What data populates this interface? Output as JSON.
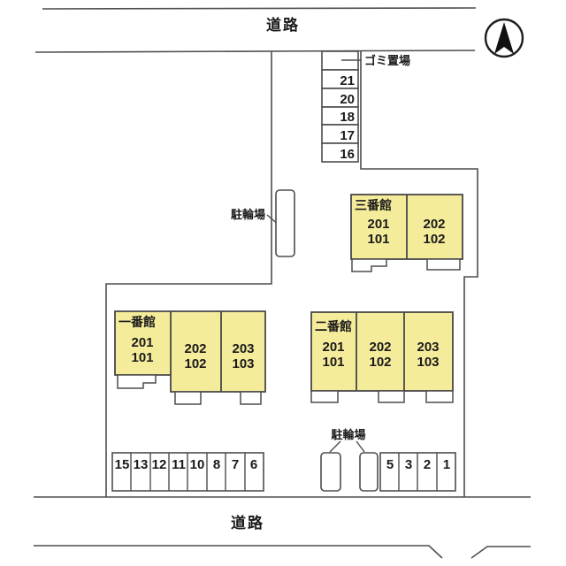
{
  "labels": {
    "road_top": "道路",
    "road_bottom": "道路",
    "garbage": "ゴミ置場",
    "bike_mid": "駐輪場",
    "bike_bottom": "駐輪場"
  },
  "parking": {
    "column": [
      "21",
      "20",
      "18",
      "17",
      "16"
    ],
    "bottom_left": [
      "15",
      "13",
      "12",
      "11",
      "10",
      "8",
      "7",
      "6"
    ],
    "bottom_right": [
      "5",
      "3",
      "2",
      "1"
    ]
  },
  "buildings": [
    {
      "name": "三番館",
      "units": [
        [
          "201",
          "101"
        ],
        [
          "202",
          "102"
        ]
      ]
    },
    {
      "name": "一番館",
      "units": [
        [
          "201",
          "101"
        ],
        [
          "202",
          "102"
        ],
        [
          "203",
          "103"
        ]
      ]
    },
    {
      "name": "二番館",
      "units": [
        [
          "201",
          "101"
        ],
        [
          "202",
          "102"
        ],
        [
          "203",
          "103"
        ]
      ]
    }
  ],
  "colors": {
    "building_fill": "#F5EC9B",
    "line": "#4D4D4D",
    "text": "#1A1A1A"
  }
}
